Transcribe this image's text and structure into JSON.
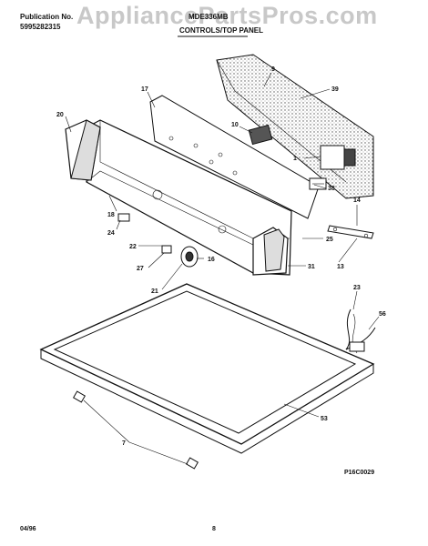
{
  "header": {
    "publication_label": "Publication No.",
    "publication_number": "5995282315",
    "model": "MDE336MB",
    "section_title": "CONTROLS/TOP PANEL"
  },
  "watermark": "AppliancePartsPros.com",
  "callouts": [
    "9",
    "39",
    "17",
    "20",
    "10",
    "1",
    "38",
    "14",
    "18",
    "24",
    "25",
    "22",
    "16",
    "27",
    "13",
    "31",
    "21",
    "23",
    "56",
    "53",
    "7"
  ],
  "footer": {
    "date": "04/96",
    "page": "8",
    "figure_code": "P16C0029"
  }
}
